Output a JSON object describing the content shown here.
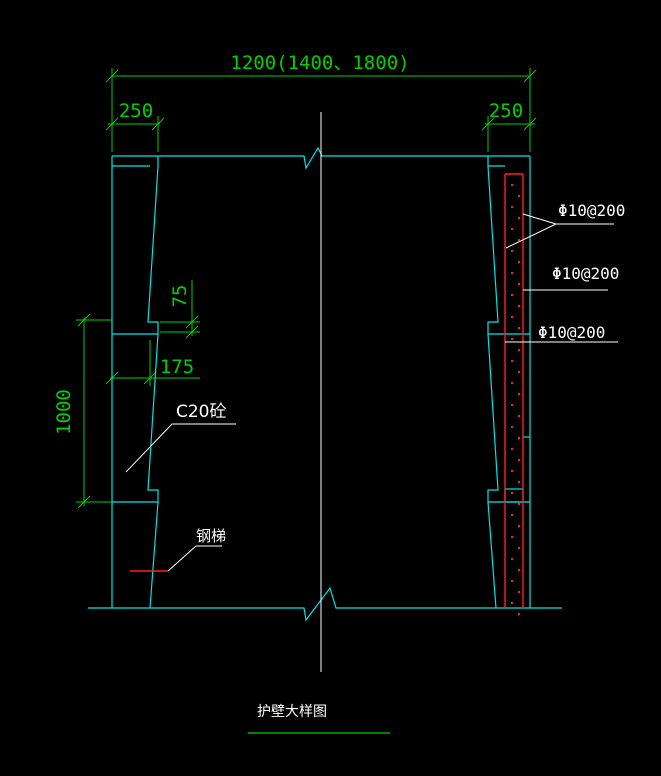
{
  "colors": {
    "background": "#000000",
    "structure": "#00e5e5",
    "dimension": "#00d000",
    "rebar": "#ff2020",
    "text": "#ffffff",
    "leader": "#ffffff"
  },
  "dimensions": {
    "overall_width": "1200(1400、1800)",
    "wall_top_width_left": "250",
    "wall_top_width_right": "250",
    "step_height": "75",
    "step_width": "175",
    "segment_height": "1000"
  },
  "labels": {
    "concrete": "C20砼",
    "steel_ladder": "钢梯",
    "rebar_1": "Φ10@200",
    "rebar_2": "Φ10@200",
    "rebar_3": "Φ10@200",
    "title": "护壁大样图"
  }
}
